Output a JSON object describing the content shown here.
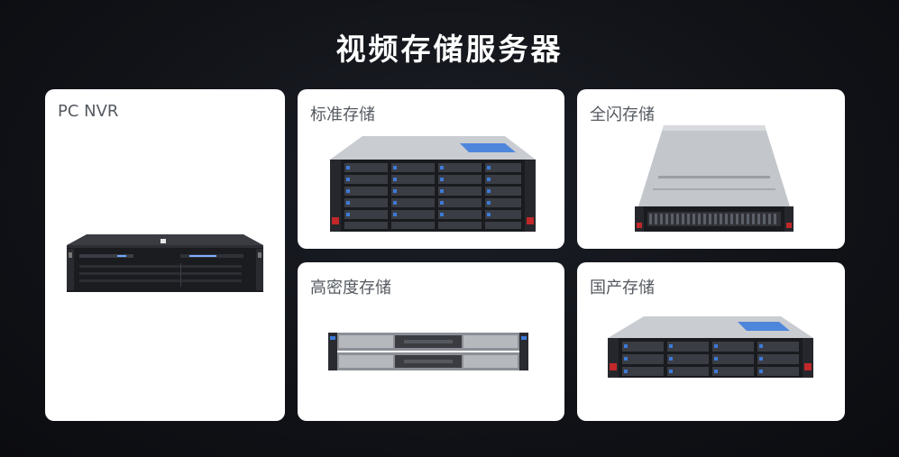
{
  "page": {
    "title": "视频存储服务器"
  },
  "cards": [
    {
      "label": "PC NVR",
      "icon": "nvr-recorder-image"
    },
    {
      "label": "标准存储",
      "icon": "4u-storage-server-image"
    },
    {
      "label": "全闪存储",
      "icon": "all-flash-server-image"
    },
    {
      "label": "高密度存储",
      "icon": "high-density-storage-image"
    },
    {
      "label": "国产存储",
      "icon": "2u-domestic-storage-image"
    }
  ],
  "colors": {
    "background": "#111318",
    "card": "#ffffff",
    "title": "#ffffff",
    "label": "#555a60",
    "server_body": "#1a1b1f",
    "server_top": "#c9ccd1",
    "accent_blue": "#3d7ad8",
    "accent_red": "#c0282a"
  }
}
